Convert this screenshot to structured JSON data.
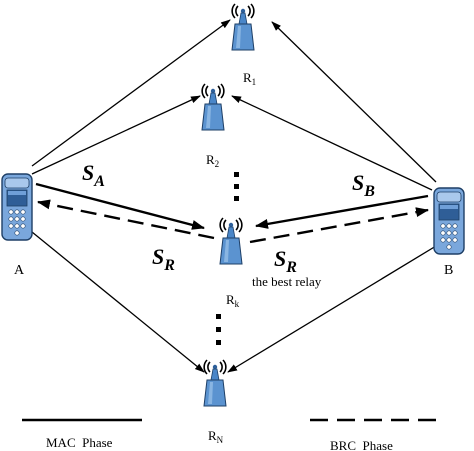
{
  "nodes": {
    "A": "A",
    "B": "B",
    "R1": {
      "main": "R",
      "sub": "1"
    },
    "R2": {
      "main": "R",
      "sub": "2"
    },
    "Rk": {
      "main": "R",
      "sub": "k"
    },
    "RN": {
      "main": "R",
      "sub": "N"
    }
  },
  "signals": {
    "sA": {
      "main": "S",
      "sub": "A"
    },
    "sB": {
      "main": "S",
      "sub": "B"
    },
    "sR_left": {
      "main": "S",
      "sub": "R"
    },
    "sR_right": {
      "main": "S",
      "sub": "R"
    }
  },
  "best_relay_label": "the best relay",
  "legend": {
    "mac": "MAC  Phase",
    "brc": "BRC  Phase"
  },
  "colors": {
    "phone_body": "#6f9fd8",
    "phone_screen": "#3f6ea8",
    "antenna": "#4a86c8",
    "line": "#000000"
  }
}
